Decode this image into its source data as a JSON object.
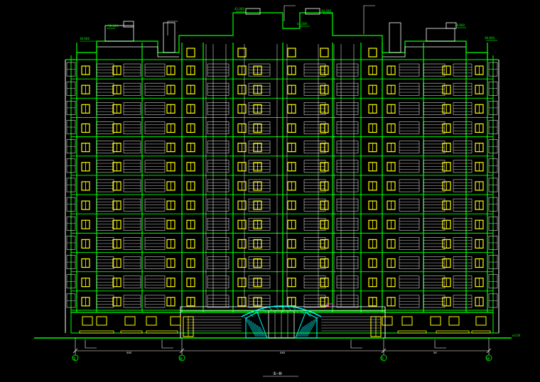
{
  "drawing": {
    "title": "①-⑩",
    "colors": {
      "background": "#000000",
      "structure": "#00ff00",
      "window": "#ffff00",
      "detail": "#ffffff",
      "canopy": "#00ffff",
      "pink": "#ff66ff"
    },
    "axis_labels": [
      "①",
      "④",
      "⑦",
      "⑩"
    ],
    "dimension_labels": [
      "xxx",
      "xxx",
      "xx"
    ],
    "elevation_tags": [
      "±0.00",
      "36.600",
      "39.600",
      "42.000",
      "40.500",
      "44.500",
      "38.600",
      "36.600"
    ],
    "floors": 13
  }
}
